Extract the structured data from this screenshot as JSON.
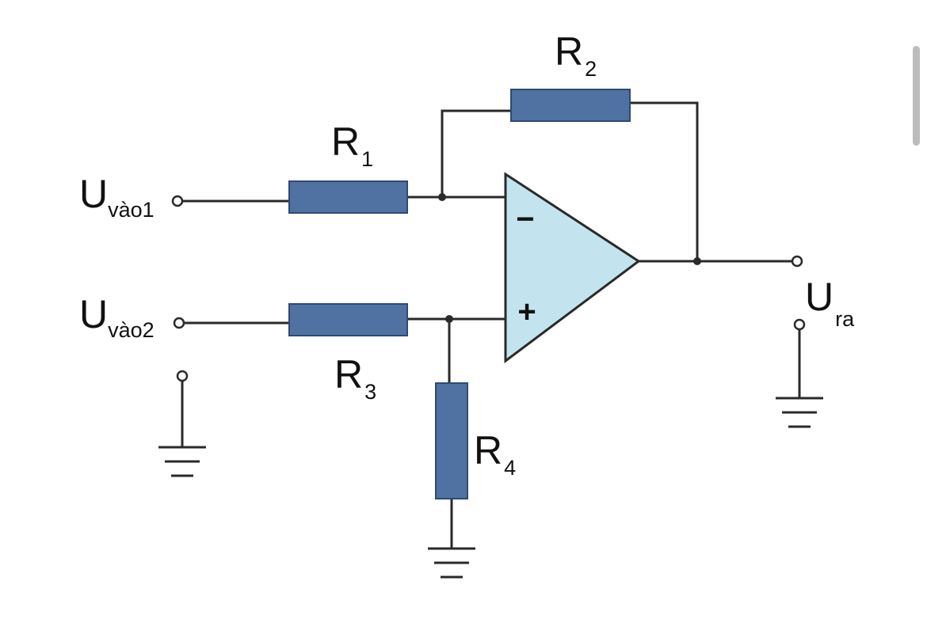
{
  "colors": {
    "wire": "#2a2a2a",
    "resistor_fill": "#4f72a2",
    "resistor_stroke": "#2e4a74",
    "opamp_fill": "#c3e4ef",
    "opamp_stroke": "#2a2a2a",
    "text": "#111111"
  },
  "inputs": {
    "in1": {
      "main": "U",
      "sub": "vào1"
    },
    "in2": {
      "main": "U",
      "sub": "vào2"
    }
  },
  "output": {
    "main": "U",
    "sub": "ra"
  },
  "resistors": {
    "r1": {
      "main": "R",
      "sub": "1"
    },
    "r2": {
      "main": "R",
      "sub": "2"
    },
    "r3": {
      "main": "R",
      "sub": "3"
    },
    "r4": {
      "main": "R",
      "sub": "4"
    }
  },
  "opamp": {
    "inverting": "−",
    "noninverting": "+"
  }
}
